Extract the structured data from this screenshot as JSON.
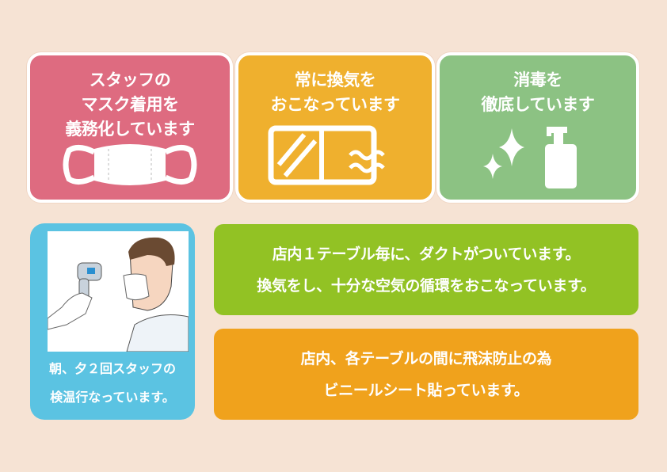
{
  "cards": [
    {
      "lines": [
        "スタッフの",
        "マスク着用を",
        "義務化しています"
      ],
      "icon": "face-mask-icon",
      "color": "#de6b80"
    },
    {
      "lines": [
        "常に換気を",
        "おこなっています"
      ],
      "icon": "window-ventilation-icon",
      "color": "#efb02e"
    },
    {
      "lines": [
        "消毒を",
        "徹底しています"
      ],
      "icon": "sanitizer-sparkle-icon",
      "color": "#8cc283"
    }
  ],
  "temperature": {
    "lines": [
      "朝、夕２回スタッフの",
      "検温行なっています。"
    ],
    "icon": "thermometer-check-illustration",
    "color": "#5bc3e2"
  },
  "duct": {
    "lines": [
      "店内１テーブル毎に、ダクトがついています。",
      "換気をし、十分な空気の循環をおこなっています。"
    ],
    "color": "#92c224"
  },
  "partition": {
    "lines": [
      "店内、各テーブルの間に飛沫防止の為",
      "ビニールシート貼っています。"
    ],
    "color": "#f0a21c"
  }
}
